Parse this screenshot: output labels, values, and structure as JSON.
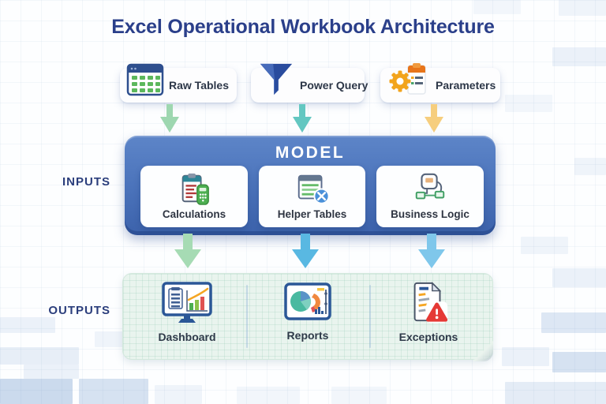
{
  "title": "Excel Operational Workbook Architecture",
  "section_labels": {
    "inputs": "INPUTS",
    "outputs": "OUTPUTS"
  },
  "inputs": {
    "items": [
      {
        "label": "Raw Tables",
        "icon": "spreadsheet-table-icon",
        "arrow_color": "#9ed7b0"
      },
      {
        "label": "Power Query",
        "icon": "funnel-icon",
        "arrow_color": "#63c7c1"
      },
      {
        "label": "Parameters",
        "icon": "gear-clipboard-icon",
        "arrow_color": "#f6ce7e"
      }
    ]
  },
  "model": {
    "title": "MODEL",
    "cards": [
      {
        "label": "Calculations",
        "icon": "clipboard-calculator-icon"
      },
      {
        "label": "Helper Tables",
        "icon": "table-wrench-icon"
      },
      {
        "label": "Business Logic",
        "icon": "flowchart-icon"
      }
    ]
  },
  "outputs": {
    "items": [
      {
        "label": "Dashboard",
        "icon": "monitor-chart-icon",
        "arrow_color": "#a6dbb4"
      },
      {
        "label": "Reports",
        "icon": "pie-chart-icon",
        "arrow_color": "#59b8e2"
      },
      {
        "label": "Exceptions",
        "icon": "warning-document-icon",
        "arrow_color": "#7fc7eb"
      }
    ]
  },
  "colors": {
    "title_text": "#2a3f8a",
    "side_label_text": "#2b3e7c",
    "model_fill_top": "#5d85c8",
    "model_fill_bottom": "#3c62ab",
    "model_title_text": "#ffffff",
    "card_background": "#ffffff",
    "outputs_panel_background": "#e9f4ee",
    "accent_green": "#5cb85c",
    "accent_orange": "#f2a41c",
    "accent_red": "#e53935",
    "accent_blue": "#2b5797"
  }
}
